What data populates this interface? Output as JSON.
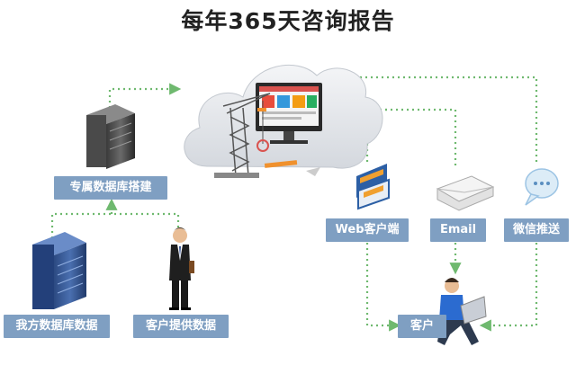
{
  "title": "每年365天咨询报告",
  "nodes": {
    "dedicated_db": "专属数据库搭建",
    "our_db": "我方数据库数据",
    "client_data": "客户提供数据",
    "web_client": "Web客户端",
    "email": "Email",
    "wechat": "微信推送",
    "customer": "客户"
  },
  "colors": {
    "label_bg": "#7f9fc2",
    "arrow": "#6fb96f",
    "cloud": "#e6e8ec"
  }
}
